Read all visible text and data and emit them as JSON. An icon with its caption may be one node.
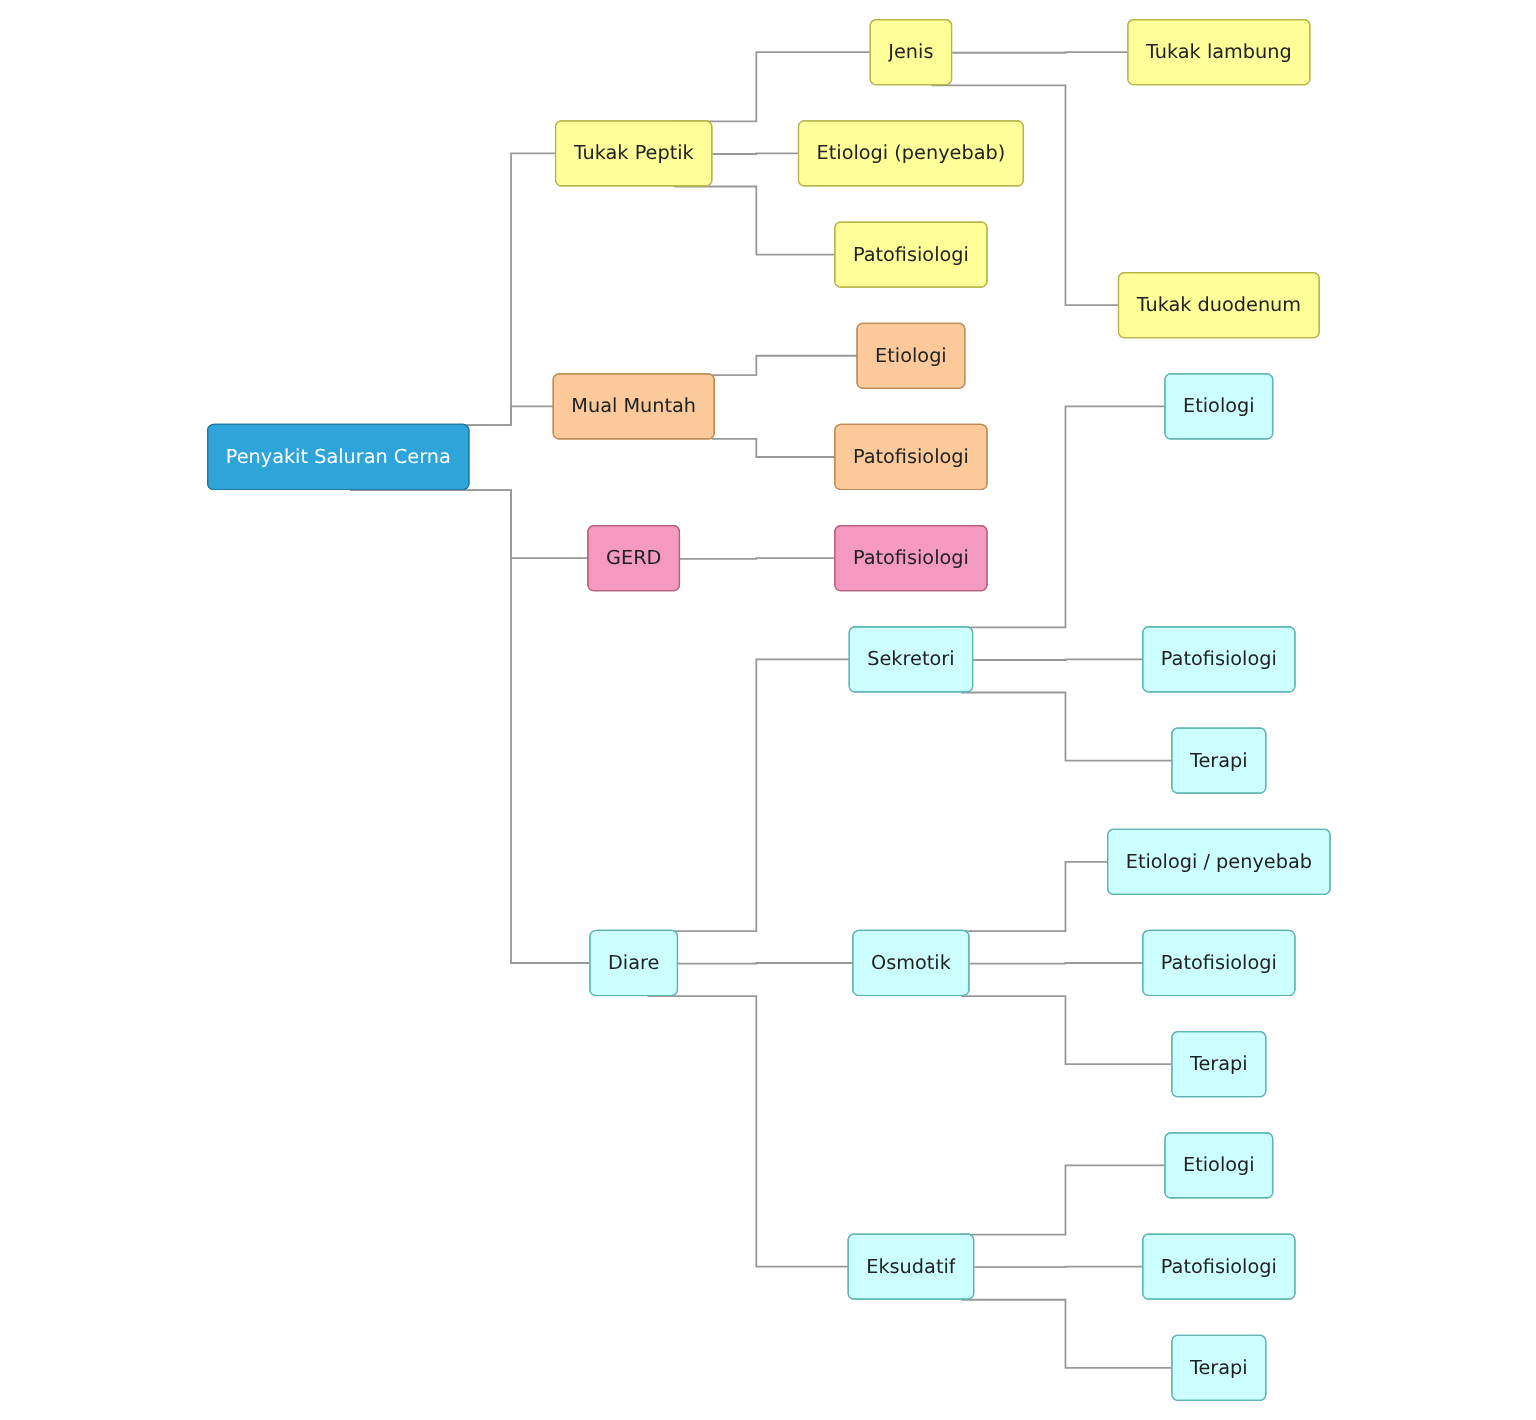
{
  "diagram": {
    "nodes": [
      {
        "text": [
          "Penyakit Saluran Cerna"
        ]
      },
      {
        "text": [
          "Tukak Peptik"
        ]
      },
      {
        "text": [
          "Jenis"
        ]
      },
      {
        "text": [
          "Tukak lambung"
        ]
      },
      {
        "text": [
          "Tukak duodenum"
        ]
      },
      {
        "text": [
          "Etiologi (penyebab)"
        ]
      },
      {
        "text": [
          "Patofisiologi"
        ]
      },
      {
        "text": [
          "Mual Muntah"
        ]
      },
      {
        "text": [
          "Etiologi"
        ]
      },
      {
        "text": [
          "Patofisiologi"
        ]
      },
      {
        "text": [
          "GERD"
        ]
      },
      {
        "text": [
          "Patofisiologi"
        ]
      },
      {
        "text": [
          "Diare"
        ]
      },
      {
        "text": [
          "Sekretori"
        ]
      },
      {
        "text": [
          "Etiologi"
        ]
      },
      {
        "text": [
          "Patofisiologi"
        ]
      },
      {
        "text": [
          "Terapi"
        ]
      },
      {
        "text": [
          "Osmotik"
        ]
      },
      {
        "text": [
          "Etiologi / penyebab"
        ]
      },
      {
        "text": [
          "Patofisiologi"
        ]
      },
      {
        "text": [
          "Terapi"
        ]
      },
      {
        "text": [
          "Eksudatif"
        ]
      },
      {
        "text": [
          "Etiologi"
        ]
      },
      {
        "text": [
          "Patofisiologi"
        ]
      },
      {
        "text": [
          "Terapi"
        ]
      }
    ],
    "edges": [
      {
        "from": 0,
        "to": 1,
        "arrow": "none"
      },
      {
        "from": 1,
        "to": 2,
        "arrow": "none"
      },
      {
        "from": 2,
        "to": 3,
        "arrow": "none"
      },
      {
        "from": 2,
        "to": 4,
        "arrow": "none"
      },
      {
        "from": 1,
        "to": 5,
        "arrow": "none"
      },
      {
        "from": 1,
        "to": 6,
        "arrow": "none"
      },
      {
        "from": 0,
        "to": 7,
        "arrow": "none"
      },
      {
        "from": 7,
        "to": 8,
        "arrow": "none"
      },
      {
        "from": 7,
        "to": 9,
        "arrow": "none"
      },
      {
        "from": 0,
        "to": 10,
        "arrow": "none"
      },
      {
        "from": 10,
        "to": 11,
        "arrow": "none"
      },
      {
        "from": 0,
        "to": 12,
        "arrow": "none"
      },
      {
        "from": 12,
        "to": 13,
        "arrow": "none"
      },
      {
        "from": 13,
        "to": 14,
        "arrow": "none"
      },
      {
        "from": 13,
        "to": 15,
        "arrow": "none"
      },
      {
        "from": 13,
        "to": 16,
        "arrow": "none"
      },
      {
        "from": 12,
        "to": 17,
        "arrow": "none"
      },
      {
        "from": 17,
        "to": 18,
        "arrow": "none"
      },
      {
        "from": 17,
        "to": 19,
        "arrow": "none"
      },
      {
        "from": 17,
        "to": 20,
        "arrow": "none"
      },
      {
        "from": 12,
        "to": 21,
        "arrow": "none"
      },
      {
        "from": 21,
        "to": 22,
        "arrow": "none"
      },
      {
        "from": 21,
        "to": 23,
        "arrow": "none"
      },
      {
        "from": 21,
        "to": 24,
        "arrow": "none"
      }
    ]
  }
}
